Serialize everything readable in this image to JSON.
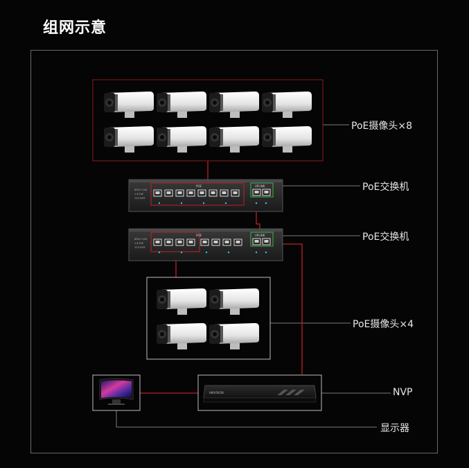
{
  "title": "组网示意",
  "labels": {
    "cams8": "PoE摄像头×8",
    "switch1": "PoE交换机",
    "switch2": "PoE交换机",
    "cams4": "PoE摄像头×4",
    "nvr": "NVP",
    "monitor": "显示器"
  },
  "switch_text": {
    "poe": "POE",
    "uplink": "UPLINK"
  },
  "nvr_brand": "HIKVISION",
  "colors": {
    "background": "#050505",
    "frame": "#6a6a6a",
    "red_line": "#c0202a",
    "gray_line": "#7a7a7a",
    "uplink_green": "#39b54a",
    "label": "#e6e6e6"
  }
}
